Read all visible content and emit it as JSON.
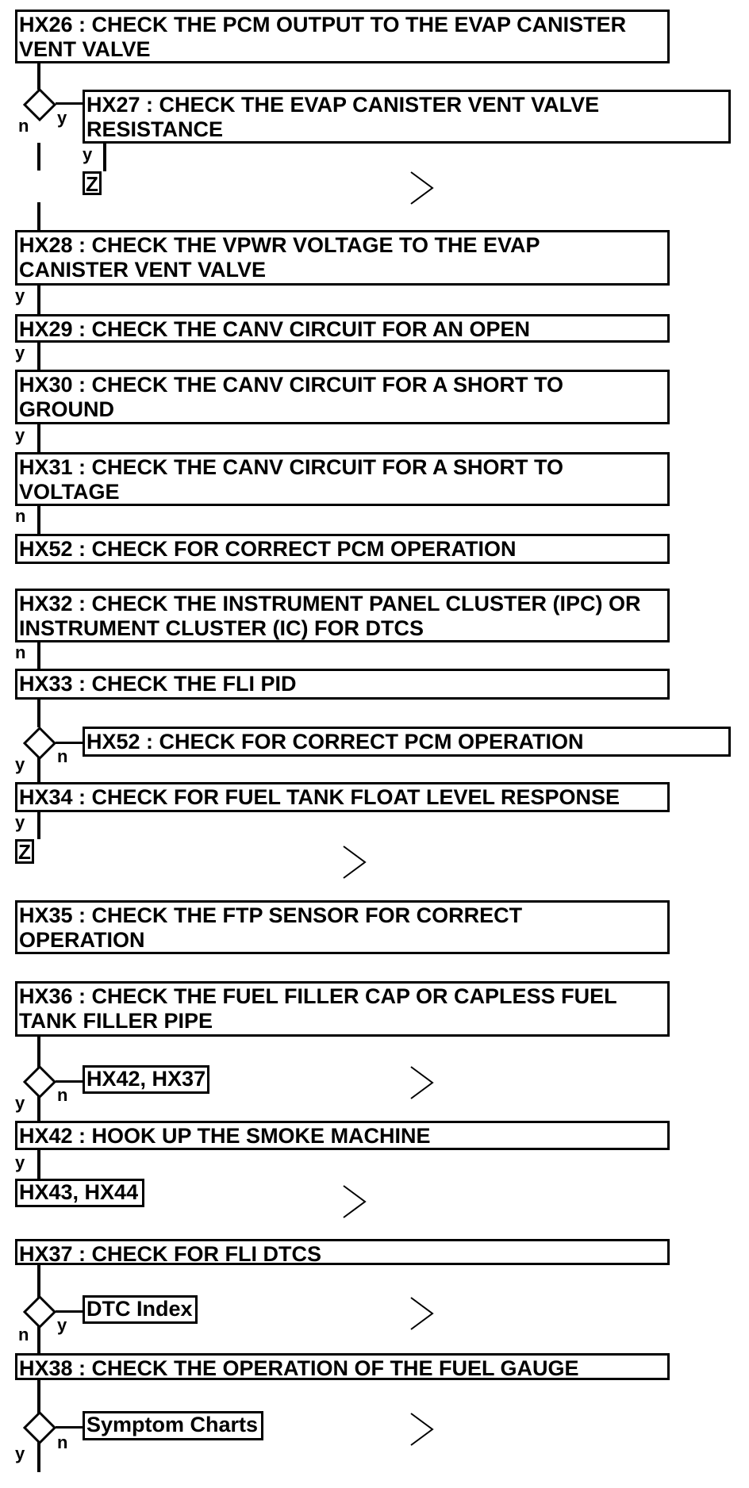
{
  "steps": {
    "hx26": "HX26 : CHECK THE PCM OUTPUT TO THE EVAP CANISTER\nVENT VALVE",
    "hx27": "HX27 : CHECK THE EVAP CANISTER VENT VALVE\nRESISTANCE",
    "hx28": "HX28 : CHECK THE VPWR VOLTAGE TO THE EVAP\nCANISTER VENT VALVE",
    "hx29": "HX29 : CHECK THE CANV CIRCUIT FOR AN OPEN",
    "hx30": "HX30 : CHECK THE CANV CIRCUIT FOR A SHORT TO\nGROUND",
    "hx31": "HX31 : CHECK THE CANV CIRCUIT FOR A SHORT TO\nVOLTAGE",
    "hx52a": "HX52 : CHECK FOR CORRECT PCM OPERATION",
    "hx32": "HX32 : CHECK THE INSTRUMENT PANEL CLUSTER (IPC) OR\nINSTRUMENT CLUSTER (IC) FOR DTCS",
    "hx33": "HX33 : CHECK THE FLI PID",
    "hx52b": "HX52 : CHECK FOR CORRECT PCM OPERATION",
    "hx34": "HX34 : CHECK FOR FUEL TANK FLOAT LEVEL RESPONSE",
    "hx35": "HX35 : CHECK THE FTP SENSOR FOR CORRECT\nOPERATION",
    "hx36": "HX36 : CHECK THE FUEL FILLER CAP OR CAPLESS FUEL\nTANK FILLER PIPE",
    "hx42": "HX42 : HOOK UP THE SMOKE MACHINE",
    "hx37": "HX37 : CHECK FOR FLI DTCS",
    "hx38": "HX38 : CHECK THE OPERATION OF THE FUEL GAUGE"
  },
  "links": {
    "z1": "Z",
    "z2": "Z",
    "hx42_hx37": "HX42, HX37",
    "hx43_hx44": "HX43, HX44",
    "dtc_index": "DTC Index",
    "symptom_charts": "Symptom Charts"
  },
  "labels": {
    "n": "n",
    "y": "y"
  }
}
